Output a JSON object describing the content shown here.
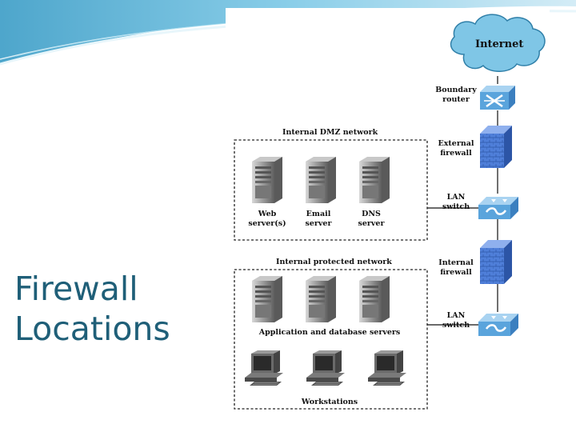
{
  "slide": {
    "title_line1": "Firewall",
    "title_line2": "Locations"
  },
  "diagram": {
    "internet_label": "Internet",
    "boundary_router": [
      "Boundary",
      "router"
    ],
    "external_firewall": [
      "External",
      "firewall"
    ],
    "lan_switch_1": [
      "LAN",
      "switch"
    ],
    "internal_firewall": [
      "Internal",
      "firewall"
    ],
    "lan_switch_2": [
      "LAN",
      "switch"
    ],
    "dmz_zone": {
      "title": "Internal DMZ network",
      "servers": [
        {
          "line1": "Web",
          "line2": "server(s)"
        },
        {
          "line1": "Email",
          "line2": "server"
        },
        {
          "line1": "DNS",
          "line2": "server"
        }
      ]
    },
    "protected_zone": {
      "title": "Internal protected network",
      "servers_caption": "Application and database servers",
      "workstations_caption": "Workstations"
    }
  },
  "colors": {
    "title_text": "#1f5f78",
    "banner": "#5fb6d6",
    "cloud": "#7fc6e6",
    "firewall": "#4f7fd9",
    "switch": "#5aa4dc",
    "server": "#8b8b8b"
  }
}
